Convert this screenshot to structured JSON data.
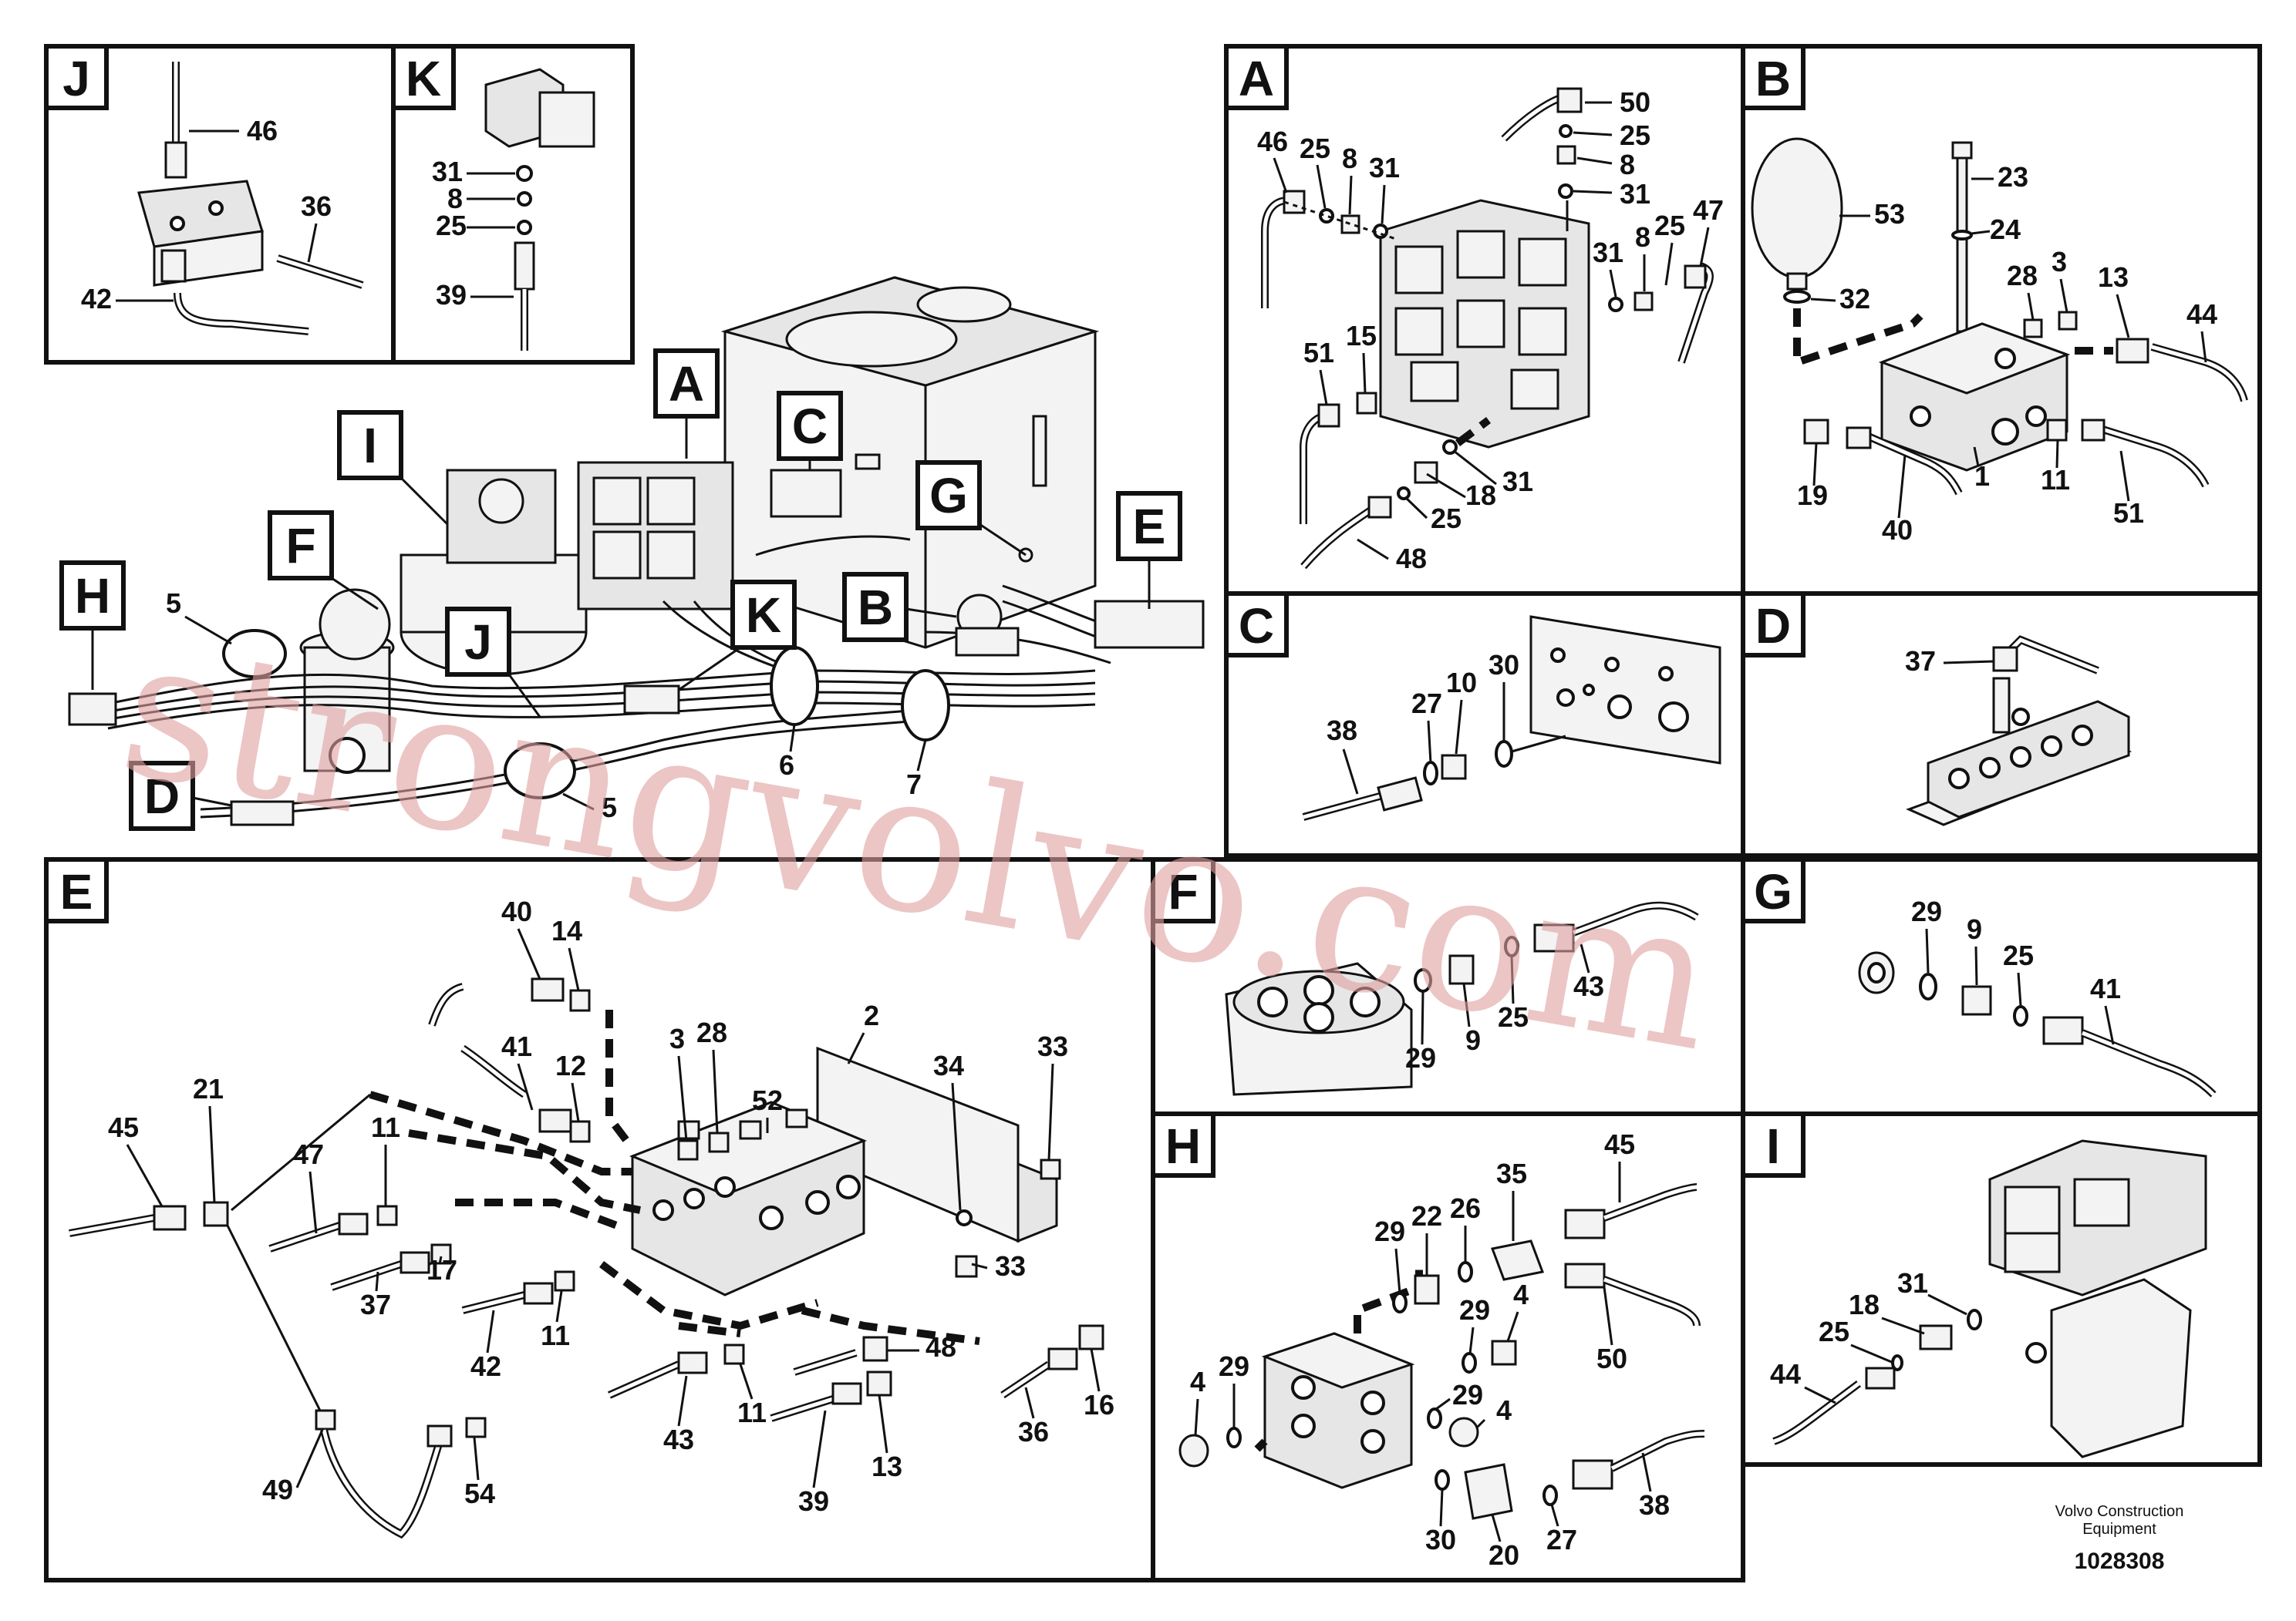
{
  "watermark": "strongvolvo.com",
  "footer": {
    "company": "Volvo Construction",
    "company2": "Equipment",
    "doc_number": "1028308"
  },
  "overview": {
    "callouts": {
      "A": "A",
      "B": "B",
      "C": "C",
      "D": "D",
      "E": "E",
      "F": "F",
      "G": "G",
      "H": "H",
      "I": "I",
      "J": "J",
      "K": "K"
    },
    "numbers": {
      "n5a": "5",
      "n5b": "5",
      "n6": "6",
      "n7": "7"
    }
  },
  "panels": {
    "J": {
      "tag": "J",
      "labels": [
        "46",
        "36",
        "42"
      ]
    },
    "K": {
      "tag": "K",
      "labels": [
        "31",
        "8",
        "25",
        "39"
      ]
    },
    "A": {
      "tag": "A",
      "labels": [
        "50",
        "25",
        "8",
        "31",
        "46",
        "25",
        "8",
        "31",
        "31",
        "8",
        "25",
        "47",
        "51",
        "15",
        "31",
        "18",
        "25",
        "48"
      ]
    },
    "B": {
      "tag": "B",
      "labels": [
        "23",
        "53",
        "24",
        "32",
        "28",
        "3",
        "13",
        "44",
        "19",
        "40",
        "1",
        "11",
        "51"
      ]
    },
    "C": {
      "tag": "C",
      "labels": [
        "38",
        "27",
        "10",
        "30"
      ]
    },
    "D": {
      "tag": "D",
      "labels": [
        "37"
      ]
    },
    "E": {
      "tag": "E",
      "labels": [
        "40",
        "14",
        "2",
        "3",
        "28",
        "34",
        "33",
        "41",
        "12",
        "52",
        "45",
        "21",
        "11",
        "47",
        "17",
        "37",
        "11",
        "42",
        "11",
        "43",
        "48",
        "13",
        "39",
        "36",
        "16",
        "33",
        "49",
        "54"
      ]
    },
    "F": {
      "tag": "F",
      "labels": [
        "43",
        "29",
        "9",
        "25"
      ]
    },
    "G": {
      "tag": "G",
      "labels": [
        "29",
        "9",
        "25",
        "41"
      ]
    },
    "H": {
      "tag": "H",
      "labels": [
        "45",
        "35",
        "29",
        "22",
        "26",
        "29",
        "4",
        "50",
        "4",
        "29",
        "29",
        "4",
        "30",
        "20",
        "27",
        "38"
      ]
    },
    "I": {
      "tag": "I",
      "labels": [
        "31",
        "18",
        "25",
        "44"
      ]
    }
  }
}
